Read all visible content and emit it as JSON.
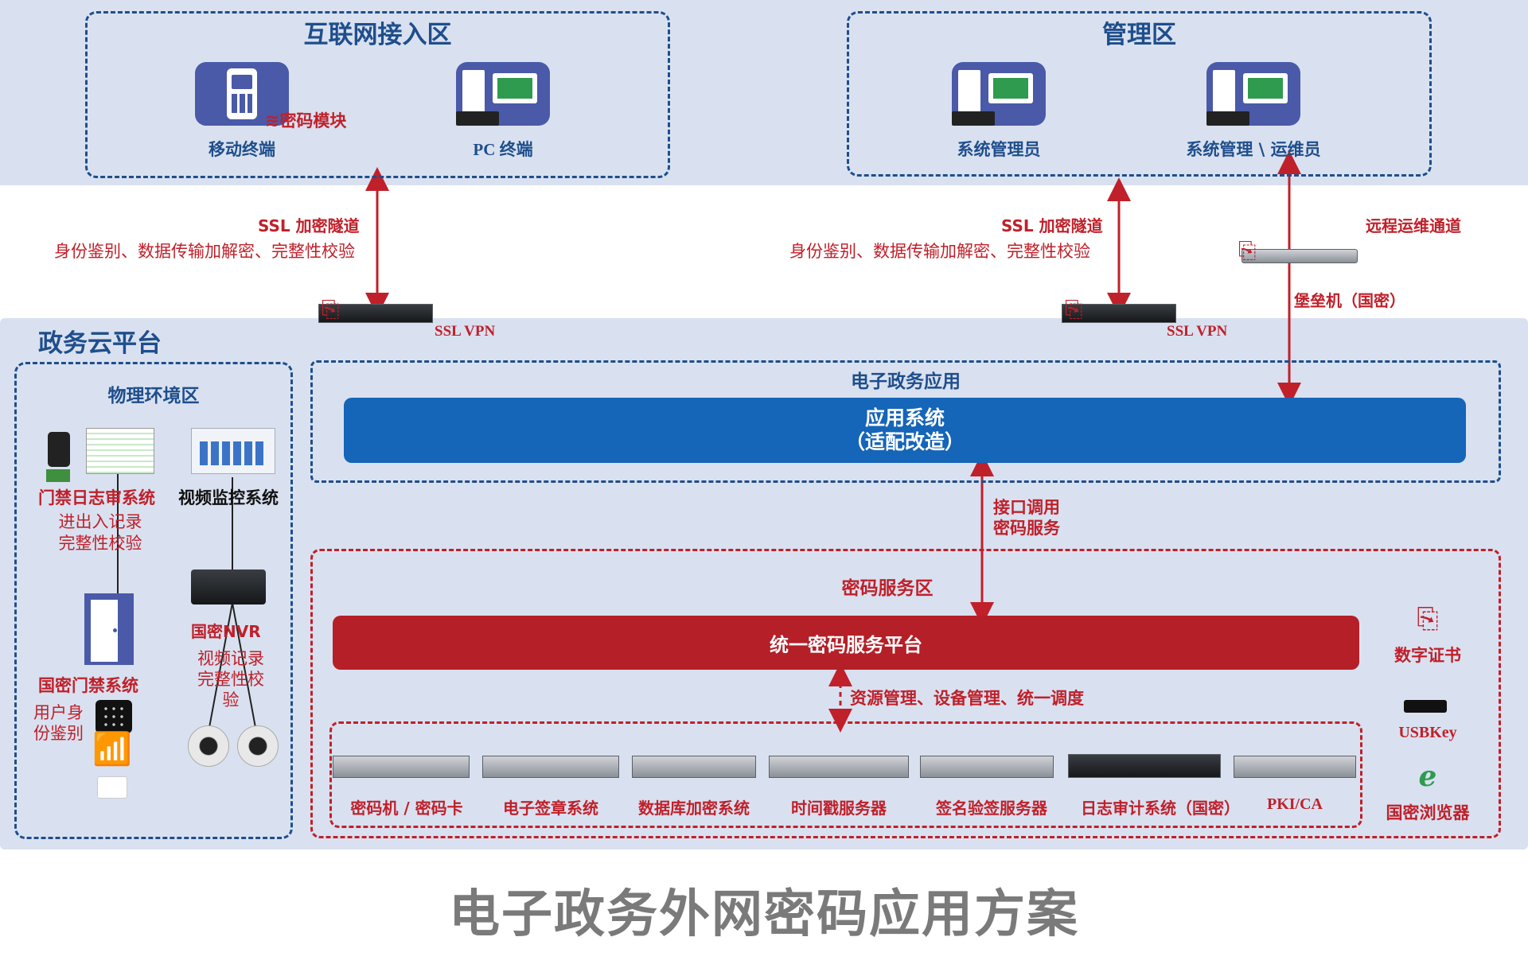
{
  "colors": {
    "band": "#d9e1f0",
    "navy": "#1f4e8c",
    "red": "#c0202a",
    "blue_bar": "#1565b8",
    "red_bar": "#b51f28",
    "title_gray": "#7a7a7a"
  },
  "top": {
    "internet_zone": {
      "title": "互联网接入区",
      "mobile_label": "移动终端",
      "crypto_module": "密码模块",
      "pc_label": "PC 终端"
    },
    "management_zone": {
      "title": "管理区",
      "sysadmin_label": "系统管理员",
      "ops_label": "系统管理 \\ 运维员"
    }
  },
  "links": {
    "ssl_left": "SSL 加密隧道",
    "ssl_left_desc": "身份鉴别、数据传输加解密、完整性校验",
    "ssl_right": "SSL 加密隧道",
    "ssl_right_desc": "身份鉴别、数据传输加解密、完整性校验",
    "remote_ops": "远程运维通道",
    "bastion": "堡垒机（国密）",
    "vpn_left": "SSL VPN",
    "vpn_right": "SSL VPN"
  },
  "cloud": {
    "title": "政务云平台",
    "physical": {
      "title": "物理环境区",
      "access_log": "门禁日志审系统",
      "access_log_desc1": "进出入记录",
      "access_log_desc2": "完整性校验",
      "video": "视频监控系统",
      "door": "国密门禁系统",
      "door_desc1": "用户身",
      "door_desc2": "份鉴别",
      "nvr": "国密NVR",
      "nvr_desc1": "视频记录",
      "nvr_desc2": "完整性校",
      "nvr_desc3": "验"
    },
    "egov": {
      "title": "电子政务应用",
      "app_line1": "应用系统",
      "app_line2": "（适配改造）"
    },
    "interface": {
      "line1": "接口调用",
      "line2": "密码服务"
    },
    "crypto": {
      "title": "密码服务区",
      "platform": "统一密码服务平台",
      "mgmt": "资源管理、设备管理、统一调度",
      "devices": [
        "密码机 / 密码卡",
        "电子签章系统",
        "数据库加密系统",
        "时间戳服务器",
        "签名验签服务器",
        "日志审计系统（国密）",
        "PKI/CA"
      ]
    },
    "side": {
      "cert": "数字证书",
      "usbkey": "USBKey",
      "browser": "国密浏览器"
    }
  },
  "title": "电子政务外网密码应用方案"
}
